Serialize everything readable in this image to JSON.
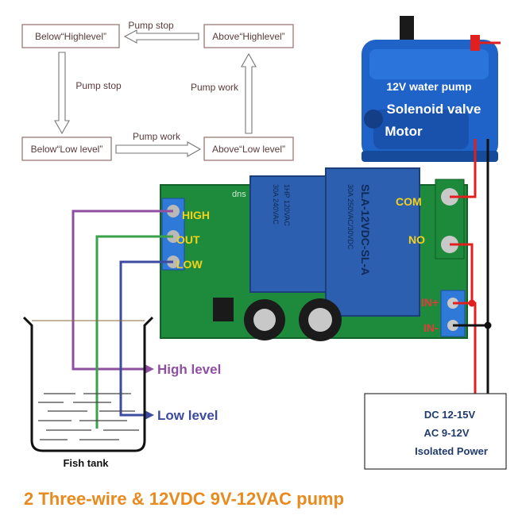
{
  "flow": {
    "box_below_high": "Below“Highlevel”",
    "box_above_high": "Above“Highlevel”",
    "box_below_low": "Below“Low level”",
    "box_above_low": "Above“Low level”",
    "label_top": "Pump stop",
    "label_left": "Pump stop",
    "label_right": "Pump work",
    "label_bottom": "Pump work"
  },
  "pump": {
    "label_pump": "12V water pump",
    "label_solenoid": "Solenoid valve",
    "label_motor": "Motor"
  },
  "board": {
    "terminal_high": "HIGH",
    "terminal_out": "OUT",
    "terminal_low": "LOW",
    "terminal_com": "COM",
    "terminal_no": "NO",
    "input_plus": "IN+",
    "input_minus": "IN-",
    "relay_model": "SLA-12VDC-SL-A",
    "relay_rating_1": "30A 250VAC/30VDC",
    "relay_rating_2": "1HP 120VAC",
    "relay_rating_3": "30A 240VAC",
    "brand": "dns"
  },
  "tank": {
    "high_level_label": "High level",
    "low_level_label": "Low level",
    "tank_label": "Fish tank"
  },
  "power": {
    "line1": "DC 12-15V",
    "line2": "AC 9-12V",
    "line3": "Isolated Power"
  },
  "footer": {
    "caption": "2 Three-wire & 12VDC 9V-12VAC pump"
  },
  "colors": {
    "high_wire": "#8e4fa0",
    "out_wire": "#3aa24a",
    "low_wire": "#3c4aa0",
    "power_red": "#e02020",
    "pcb_green": "#1e8b3c",
    "relay_blue": "#2d5fb0",
    "label_yellow": "#f3d21b",
    "caption_orange": "#e88a1e"
  }
}
